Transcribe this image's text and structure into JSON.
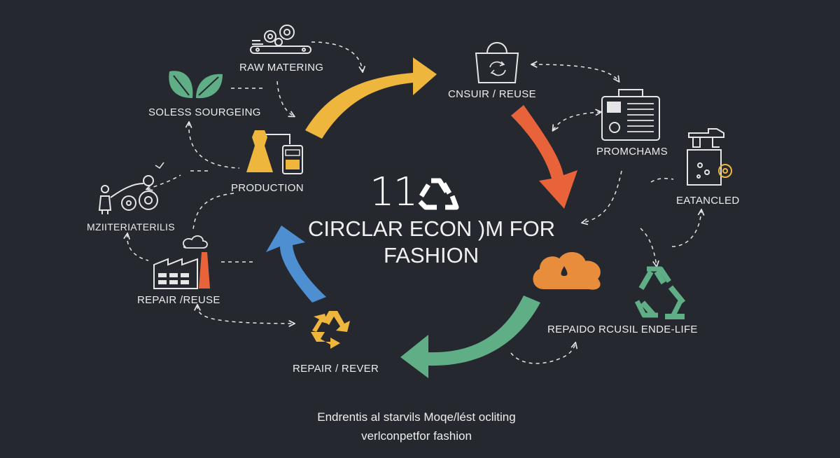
{
  "center": {
    "number": "11",
    "title_line1": "CIRCLAR ECON )M FOR",
    "title_line2": "FASHION"
  },
  "nodes": {
    "raw_materials": "RAW MATERING",
    "sourcing": "SOLESS SOURGEING",
    "production": "PRODUCTION",
    "materials": "MZIITERIATERILIS",
    "repair_reuse_left": "REPAIR /REUSE",
    "repair_rever": "REPAIR / REVER",
    "consume_reuse": "CNSUIR / REUSE",
    "programs": "PROMCHAMS",
    "enhanced": "EATANCLED",
    "end_of_life": "REPAIDO RCUSIL  ENDE-LIFE"
  },
  "footer": {
    "line1": "Endrentis al starvils Moqe/lést ocliting",
    "line2": "verlconpetfor fashion"
  },
  "colors": {
    "background": "#262830",
    "arrow_yellow": "#eeb63d",
    "arrow_orange": "#e8623a",
    "arrow_green": "#5fae86",
    "arrow_blue": "#4d8fd0",
    "icon_orange": "#e88d3c",
    "recycle_green": "#5fae86",
    "recycle_yellow": "#eeb63d"
  },
  "icons": [
    "gears-conveyor-icon",
    "leaves-icon",
    "dress-machine-icon",
    "worker-gears-icon",
    "factory-icon",
    "recycle-yellow-icon",
    "shopping-bag-icon",
    "briefcase-icon",
    "machine-icon",
    "cloud-icon",
    "recycle-green-icon",
    "recycle-center-icon"
  ]
}
